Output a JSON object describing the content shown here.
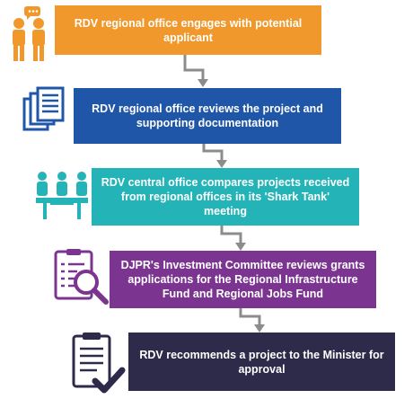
{
  "steps": [
    {
      "text": "RDV regional office engages with potential applicant",
      "color": "#f0982c"
    },
    {
      "text": "RDV regional office reviews the project and supporting documentation",
      "color": "#1f56a8"
    },
    {
      "text": "RDV central office compares projects received from regional offices in its 'Shark Tank' meeting",
      "color": "#24b4b8"
    },
    {
      "text": "DJPR's Investment Committee reviews grants applications for the Regional Infrastructure Fund and Regional Jobs Fund",
      "color": "#7b3590"
    },
    {
      "text": "RDV recommends a project to the Minister for approval",
      "color": "#2d2a4a"
    }
  ],
  "icons": [
    "people-talking-icon",
    "documents-icon",
    "meeting-icon",
    "checklist-magnifier-icon",
    "clipboard-check-icon"
  ],
  "connector_color": "#8c8c8c"
}
